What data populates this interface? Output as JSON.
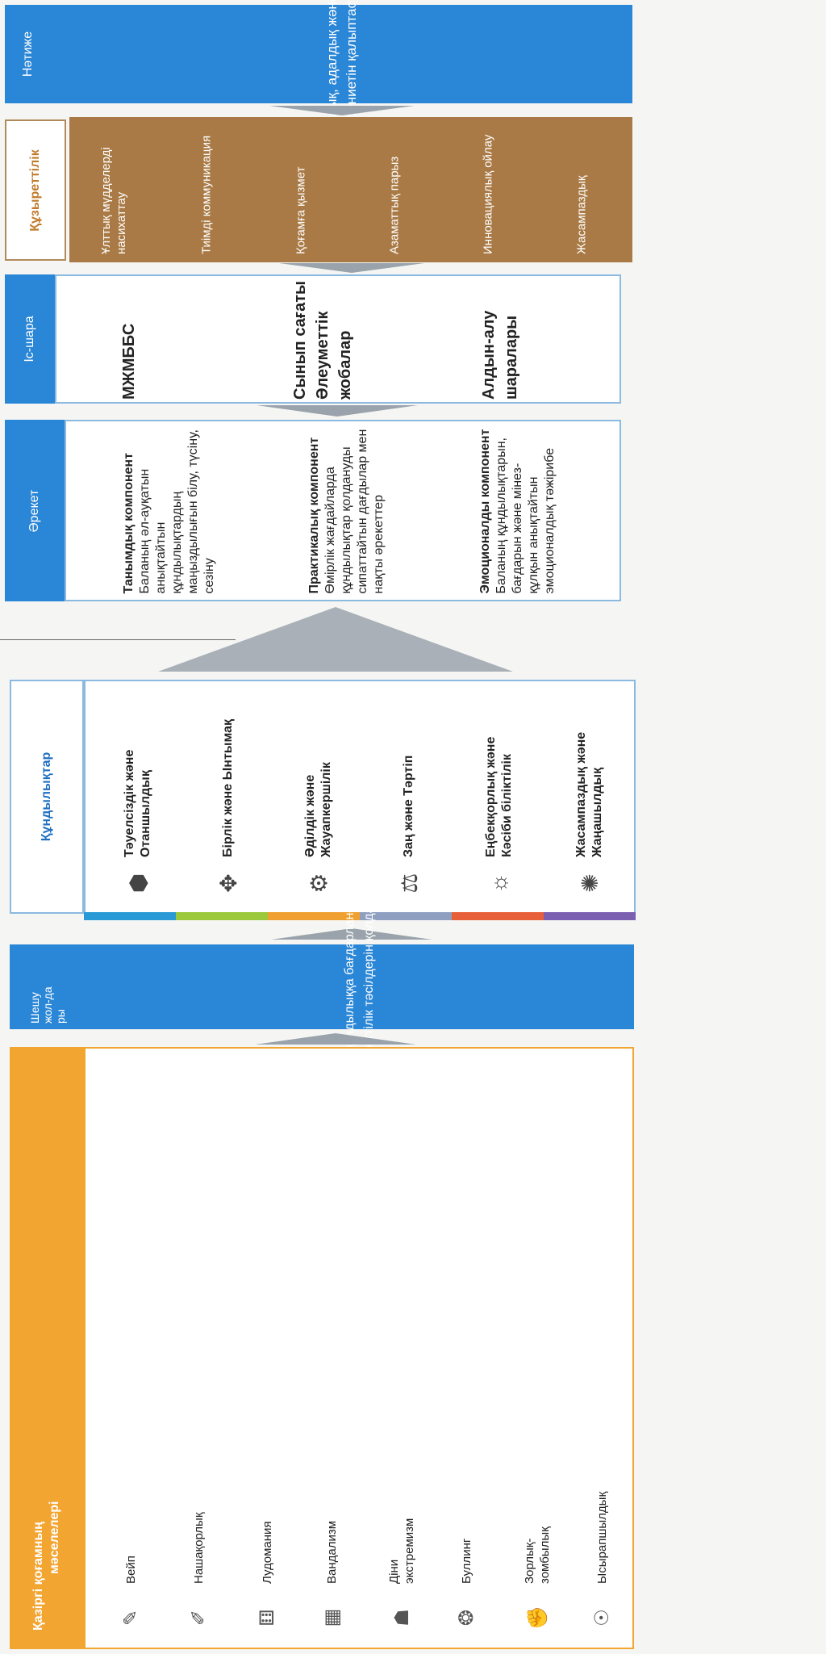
{
  "result": {
    "label": "Нәтиже",
    "text_line1": "Парасаттылық, адалдық және инновация",
    "text_line2": "мәдениетін қалыптастыру"
  },
  "competence": {
    "label": "Құзыреттілік",
    "items": [
      "Ұлттық мүдделерді насихаттау",
      "Тиімді коммуникация",
      "Қоғамға қызмет",
      "Азаматтық парыз",
      "Инновациялық ойлау",
      "Жасампаздық"
    ]
  },
  "activity": {
    "label": "Іс-шара",
    "items": [
      "МЖМББС",
      "Сынып сағаты Әлеуметтік жобалар",
      "Алдын-алу шаралары"
    ]
  },
  "action": {
    "label": "Әрекет",
    "items": [
      {
        "head": "Танымдық компонент",
        "body": "Баланың әл-ауқатын анықтайтын құндылықтардың маңыздылығын білу, түсіну, сезіну"
      },
      {
        "head": "Практикалық компонент",
        "body": "Өмірлік жағдайларда құндылықтар қолдануды сипаттайтын дағдылар мен нақты әрекеттер"
      },
      {
        "head": "Эмоционалды компонент",
        "body": "Баланың құндылықтарын, бағдарын және мінез-құлқын анықтайтын эмоционалдық тәжірибе"
      }
    ]
  },
  "values": {
    "label": "Құндылықтар",
    "items": [
      {
        "text": "Тәуелсіздік және Отаншылдық",
        "icon": "badge-icon"
      },
      {
        "text": "Бірлік және Ынтымақ",
        "icon": "hands-icon"
      },
      {
        "text": "Әділдік және Жауапкершілік",
        "icon": "gear-hand-icon"
      },
      {
        "text": "Заң және Тәртіп",
        "icon": "scales-icon"
      },
      {
        "text": "Еңбекқорлық және Кәсіби біліктілік",
        "icon": "people-gear-icon"
      },
      {
        "text": "Жасампаздық және Жаңашылдық",
        "icon": "lightbulb-icon"
      }
    ],
    "bar_colors": [
      "#2a9ad6",
      "#9cc83c",
      "#f0a030",
      "#8f9fc0",
      "#e8603a",
      "#7b5fb0"
    ]
  },
  "solutions": {
    "label": "Шешу жол-дары",
    "text_line1": "Тәрбиенің құндылыққа бағдарланған және",
    "text_line2": "құзыреттілік тәсілдерін қолдану"
  },
  "problems": {
    "label_line1": "Қазіргі қоғамның",
    "label_line2": "мәселелері",
    "items": [
      {
        "text": "Вейп",
        "icon": "vape-icon"
      },
      {
        "text": "Нашақорлық",
        "icon": "syringe-icon"
      },
      {
        "text": "Лудомания",
        "icon": "dice-icon"
      },
      {
        "text": "Вандализм",
        "icon": "broken-wall-icon"
      },
      {
        "text": "Діни экстремизм",
        "icon": "extremist-icon"
      },
      {
        "text": "Буллинг",
        "icon": "bullying-icon"
      },
      {
        "text": "Зорлық-зомбылық",
        "icon": "fist-icon"
      },
      {
        "text": "Ысырапшылдық",
        "icon": "waste-icon"
      }
    ]
  },
  "colors": {
    "blue": "#2a86d6",
    "brown": "#a97a45",
    "orange": "#f3a532",
    "arrow_grey": "#9aa3ab"
  }
}
